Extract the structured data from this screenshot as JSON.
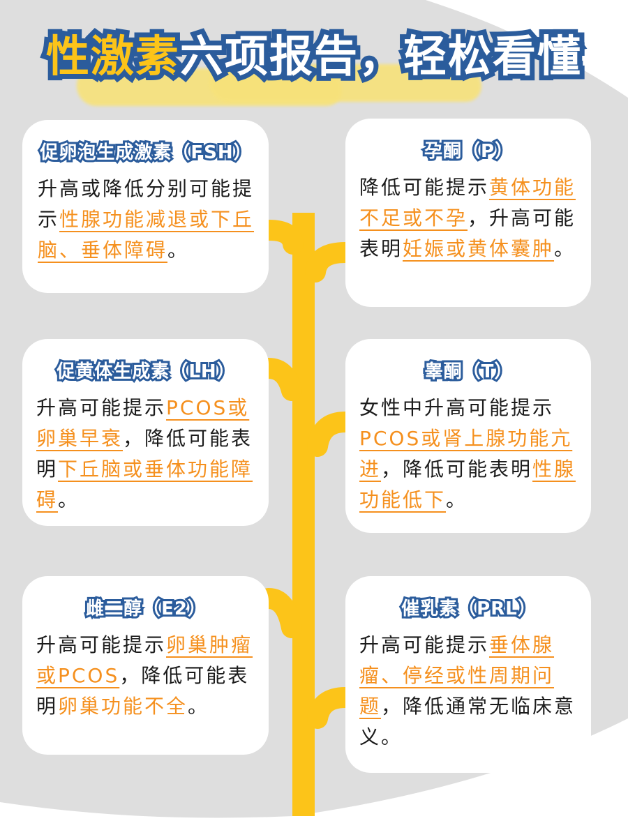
{
  "colors": {
    "background_gray": "#dedede",
    "vine_yellow": "#fcc419",
    "title_stroke_blue": "#2b5c9c",
    "title_yellow": "#fcc419",
    "highlight_orange": "#f5901e",
    "body_text": "#1b1b1b",
    "splash_yellow": "#f7e27a"
  },
  "title": {
    "part_yellow": "性激素",
    "part_white": "六项报告，轻松看懂"
  },
  "cards": [
    {
      "id": "fsh",
      "title": "促卵泡生成激素（FSH）",
      "segments": [
        {
          "text": "升高或降低分别可能提示",
          "highlight": false
        },
        {
          "text": "性腺功能减退或下丘脑、垂体障碍",
          "highlight": true,
          "underline": true
        },
        {
          "text": "。",
          "highlight": false
        }
      ]
    },
    {
      "id": "p",
      "title": "孕酮（P）",
      "segments": [
        {
          "text": "降低可能提示",
          "highlight": false
        },
        {
          "text": "黄体功能不足或不孕",
          "highlight": true,
          "underline": true
        },
        {
          "text": "，升高可能表明",
          "highlight": false
        },
        {
          "text": "妊娠或黄体囊肿",
          "highlight": true,
          "underline": true
        },
        {
          "text": "。",
          "highlight": false
        }
      ]
    },
    {
      "id": "lh",
      "title": "促黄体生成素（LH）",
      "segments": [
        {
          "text": "升高可能提示",
          "highlight": false
        },
        {
          "text": "PCOS或卵巢早衰",
          "highlight": true,
          "underline": true
        },
        {
          "text": "，降低可能表明",
          "highlight": false
        },
        {
          "text": "下丘脑或垂体功能障碍",
          "highlight": true,
          "underline": true
        },
        {
          "text": "。",
          "highlight": false
        }
      ]
    },
    {
      "id": "t",
      "title": "睾酮（T）",
      "segments": [
        {
          "text": "女性中升高可能提示",
          "highlight": false
        },
        {
          "text": "PCOS或肾上腺功能亢进",
          "highlight": true,
          "underline": true
        },
        {
          "text": "，降低可能表明",
          "highlight": false
        },
        {
          "text": "性腺功能低下",
          "highlight": true,
          "underline": true
        },
        {
          "text": "。",
          "highlight": false
        }
      ]
    },
    {
      "id": "e2",
      "title": "雌二醇（E2）",
      "segments": [
        {
          "text": "升高可能提示",
          "highlight": false
        },
        {
          "text": "卵巢肿瘤或PCOS",
          "highlight": true,
          "underline": true
        },
        {
          "text": "，降低可能表明",
          "highlight": false
        },
        {
          "text": "卵巢功能不全",
          "highlight": true,
          "underline": false
        },
        {
          "text": "。",
          "highlight": false
        }
      ]
    },
    {
      "id": "prl",
      "title": "催乳素（PRL）",
      "segments": [
        {
          "text": "升高可能提示",
          "highlight": false
        },
        {
          "text": "垂体腺瘤、停经或性周期问题",
          "highlight": true,
          "underline": true
        },
        {
          "text": "，降低通常无临床意义。",
          "highlight": false
        }
      ]
    }
  ]
}
